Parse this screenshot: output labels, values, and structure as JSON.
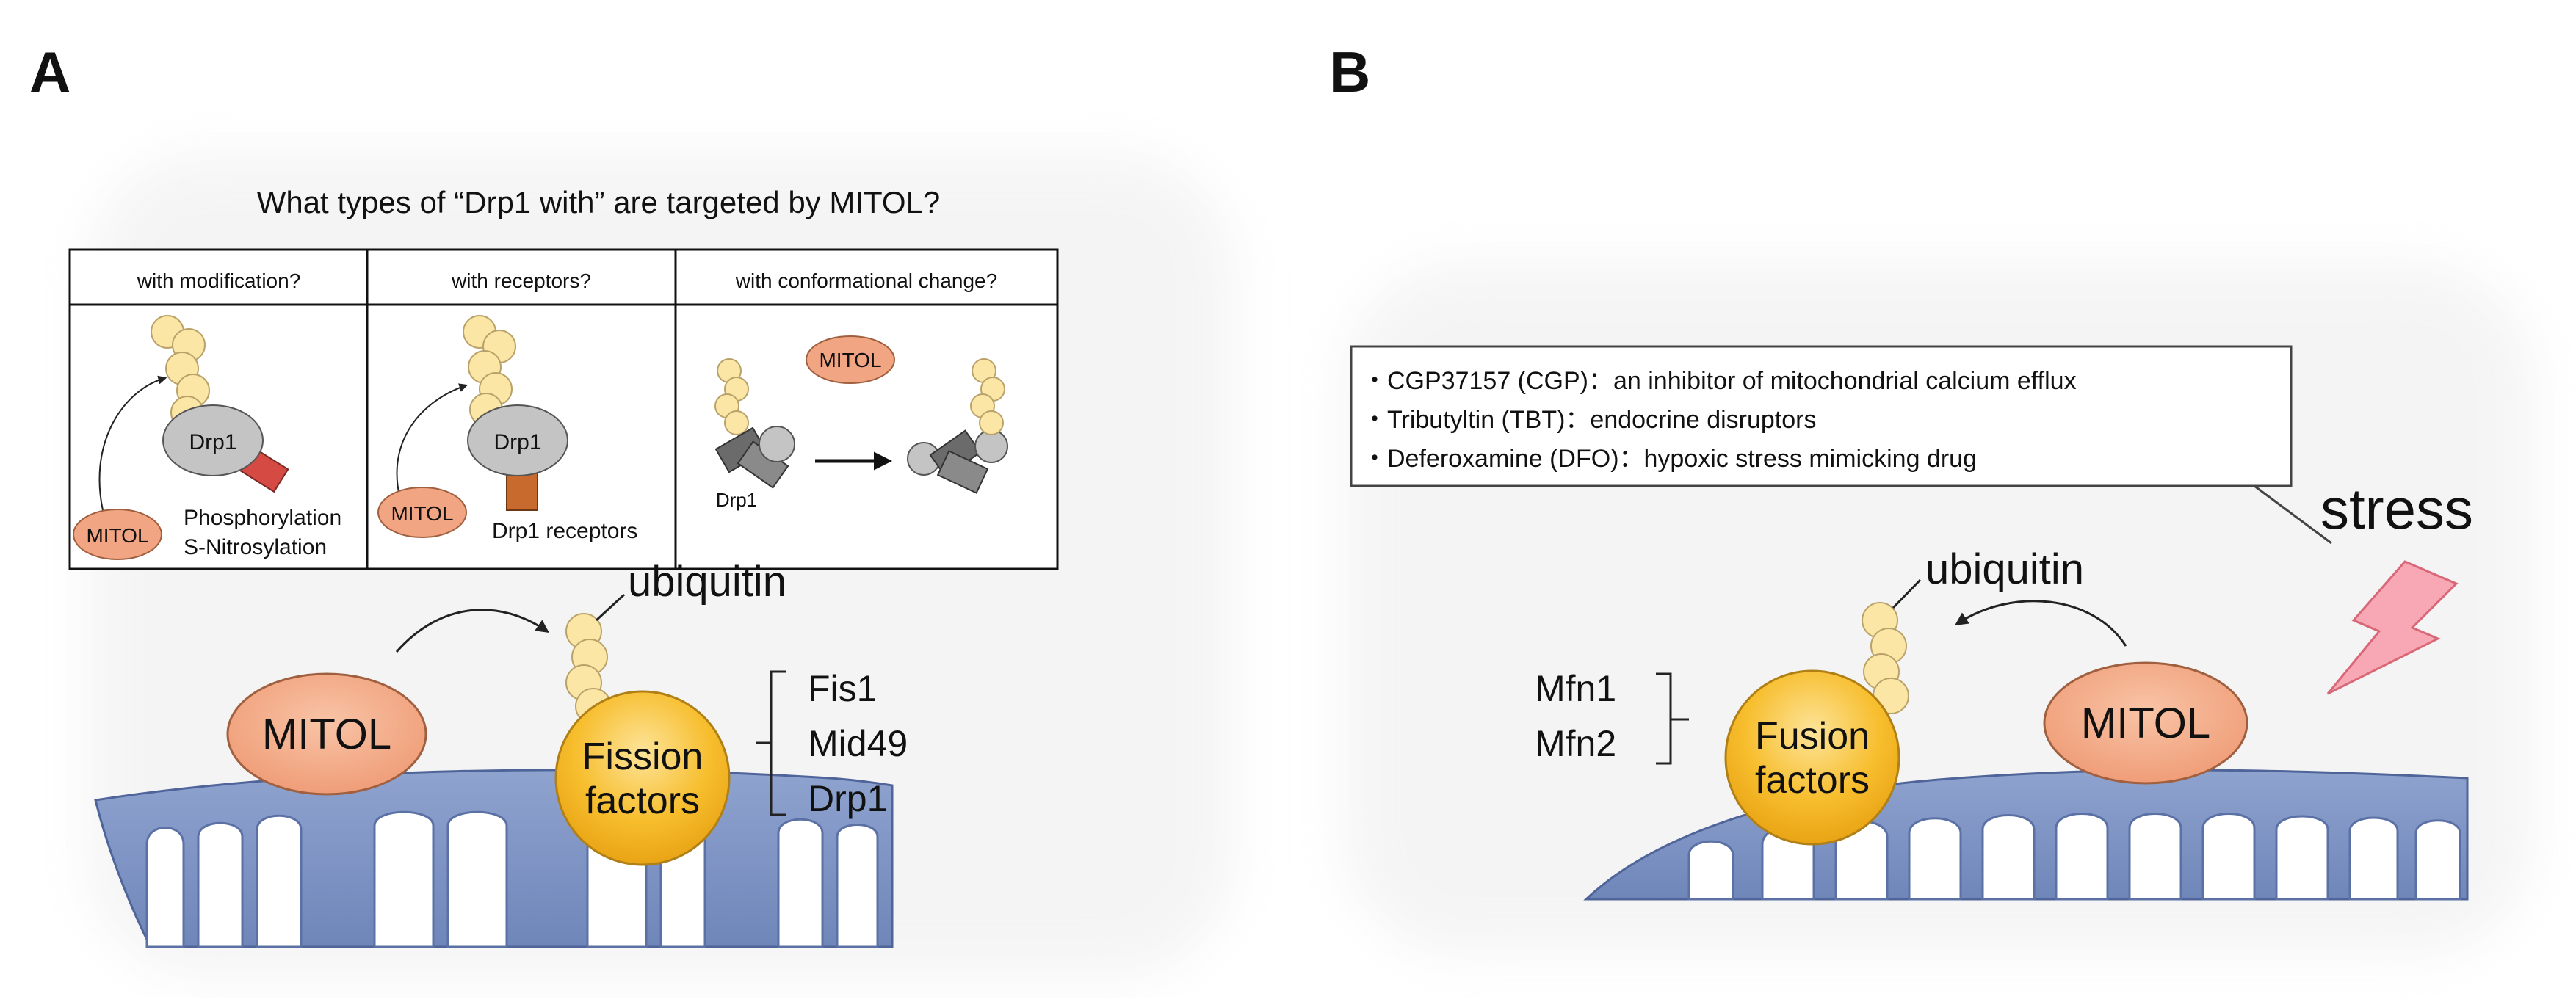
{
  "panel_a": {
    "label": "A",
    "question": "What types of “Drp1 with” are targeted by MITOL?",
    "table": {
      "col1_header": "with modification?",
      "col2_header": "with receptors?",
      "col3_header": "with conformational change?",
      "col1": {
        "drp1": "Drp1",
        "mitol": "MITOL",
        "mod_line1": "Phosphorylation",
        "mod_line2": "S-Nitrosylation"
      },
      "col2": {
        "drp1": "Drp1",
        "mitol": "MITOL",
        "receptors": "Drp1 receptors"
      },
      "col3": {
        "mitol": "MITOL",
        "drp1": "Drp1"
      }
    },
    "main": {
      "mitol": "MITOL",
      "ubiquitin": "ubiquitin",
      "factors_line1": "Fission",
      "factors_line2": "factors",
      "list": [
        "Fis1",
        "Mid49",
        "Drp1"
      ]
    }
  },
  "panel_b": {
    "label": "B",
    "stress_box": [
      "・CGP37157 (CGP)：an inhibitor of mitochondrial calcium efflux",
      "・Tributyltin (TBT)：endocrine disruptors",
      "・Deferoxamine (DFO)：hypoxic stress mimicking drug"
    ],
    "stress": "stress",
    "ubiquitin": "ubiquitin",
    "mitol": "MITOL",
    "factors_line1": "Fusion",
    "factors_line2": "factors",
    "list": [
      "Mfn1",
      "Mfn2"
    ]
  },
  "colors": {
    "mitol_fill": "#f2a582",
    "factor_fill": "#f7be2e",
    "ubiquitin_bead": "#fbe6a6",
    "membrane": "#7f95c4",
    "membrane_light": "#a9b9dd",
    "drp1_gray": "#c4c4c4",
    "stress_bolt": "#f7a8b4"
  }
}
